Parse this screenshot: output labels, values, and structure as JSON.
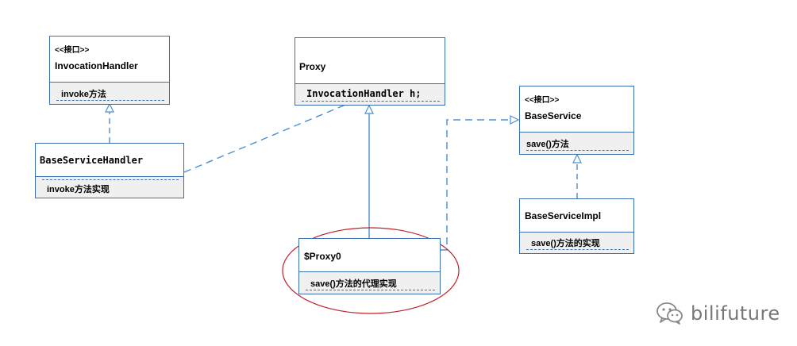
{
  "colors": {
    "box_border": "#3a6fb0",
    "edge": "#4a90d0",
    "member_area_bg": "#f0f0f0",
    "highlight_ellipse": "#c0202a",
    "watermark_text": "#777777"
  },
  "classes": {
    "invocation_handler": {
      "stereotype": "<<接口>>",
      "name": "InvocationHandler",
      "member": "invoke方法"
    },
    "proxy": {
      "name": "Proxy",
      "member": "InvocationHandler h;"
    },
    "base_service": {
      "stereotype": "<<接口>>",
      "name": "BaseService",
      "member": "save()方法"
    },
    "base_service_handler": {
      "name": "BaseServiceHandler",
      "member": "invoke方法实现"
    },
    "base_service_impl": {
      "name": "BaseServiceImpl",
      "member": "save()方法的实现"
    },
    "proxy0": {
      "name": "$Proxy0",
      "member": "save()方法的代理实现"
    }
  },
  "relations": [
    {
      "from": "BaseServiceHandler",
      "to": "InvocationHandler",
      "kind": "realization"
    },
    {
      "from": "BaseServiceImpl",
      "to": "BaseService",
      "kind": "realization"
    },
    {
      "from": "$Proxy0",
      "to": "BaseService",
      "kind": "realization"
    },
    {
      "from": "$Proxy0",
      "to": "Proxy",
      "kind": "generalization"
    },
    {
      "from": "BaseServiceHandler",
      "to": "Proxy",
      "kind": "association"
    }
  ],
  "watermark": {
    "icon": "wechat-icon",
    "text": "bilifuture"
  }
}
